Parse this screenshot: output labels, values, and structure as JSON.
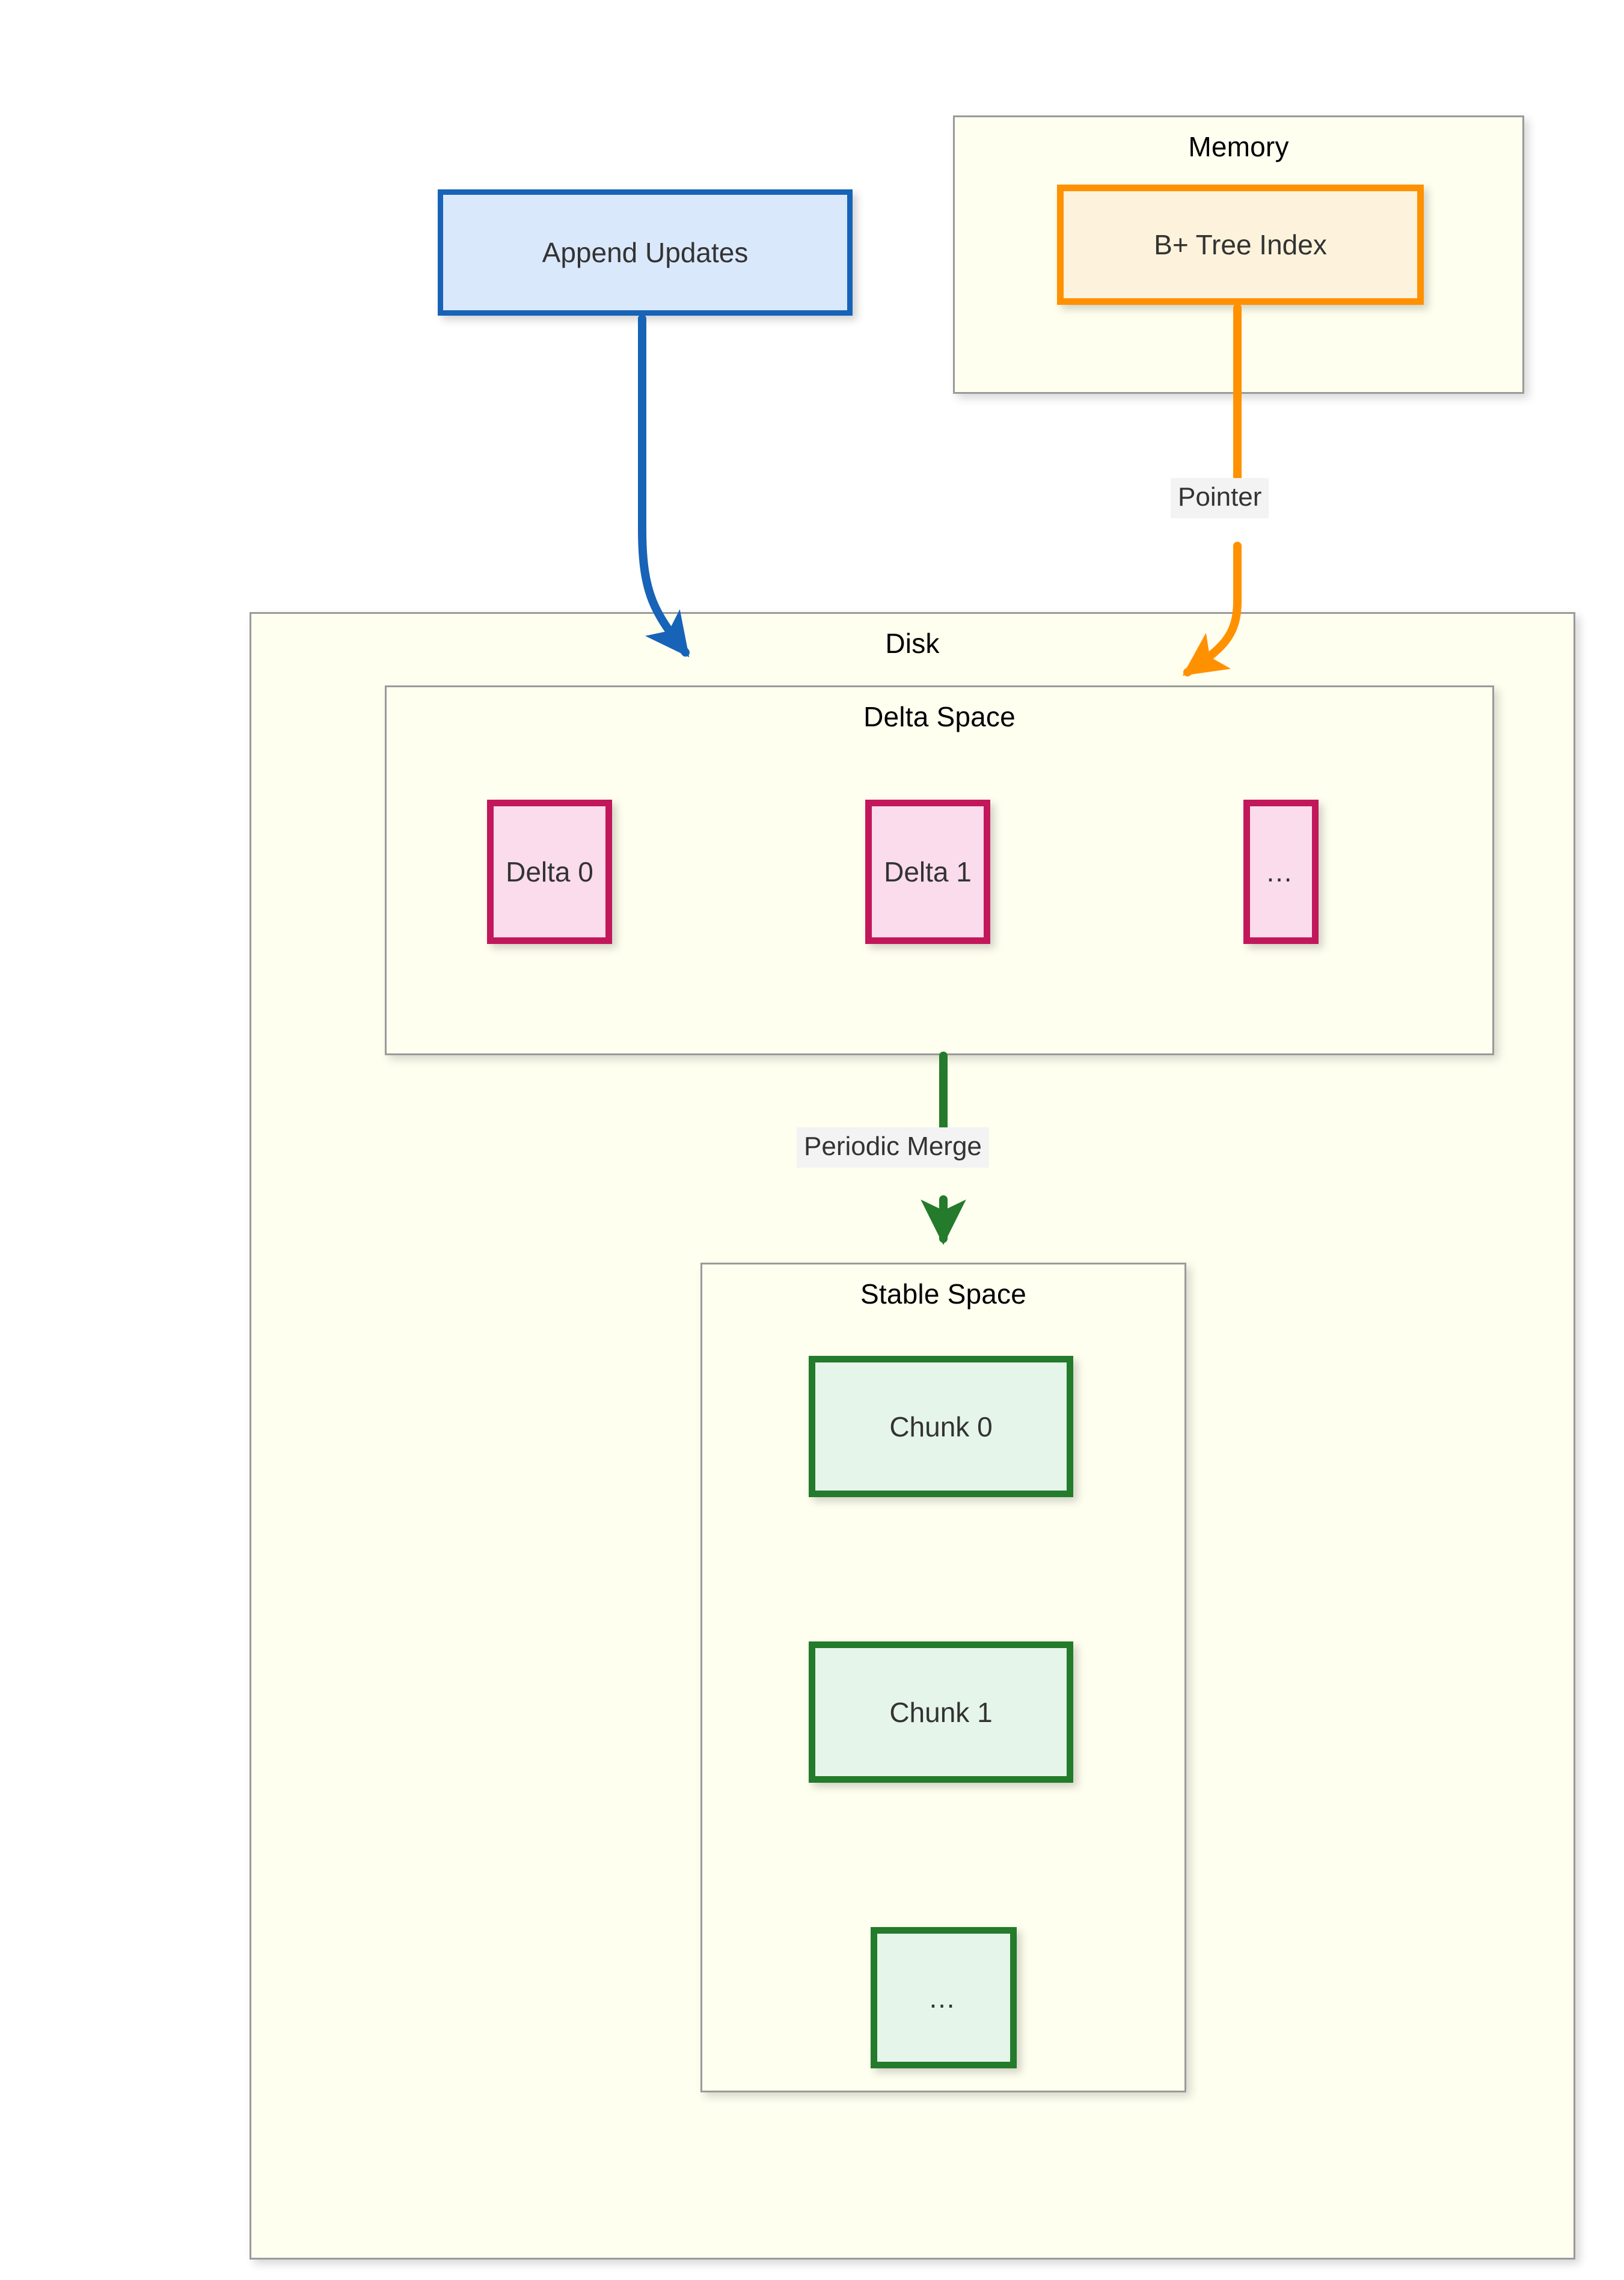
{
  "diagram": {
    "title_text_nodes": {
      "memory": "Memory",
      "disk": "Disk",
      "delta_space": "Delta Space",
      "stable_space": "Stable Space"
    },
    "nodes": {
      "append_updates": "Append Updates",
      "btree_index": "B+ Tree Index",
      "delta_0": "Delta 0",
      "delta_1": "Delta 1",
      "delta_more": "…",
      "chunk_0": "Chunk 0",
      "chunk_1": "Chunk 1",
      "chunk_more": "…"
    },
    "edge_labels": {
      "pointer": "Pointer",
      "periodic_merge": "Periodic Merge"
    },
    "colors": {
      "append_updates_border": "#1763b7",
      "append_updates_fill": "#dae8fc",
      "btree_border": "#ff9100",
      "btree_fill": "#fdf3dc",
      "delta_border": "#c2185b",
      "delta_fill": "#fadcec",
      "chunk_border": "#237b2b",
      "chunk_fill": "#e6f5e9",
      "container_border": "#9a9a9a",
      "container_fill": "#fffff0",
      "edge_label_bg": "#f3f3f3",
      "arrow_blue": "#1763b7",
      "arrow_orange": "#ff9100",
      "arrow_green": "#237b2b"
    }
  }
}
